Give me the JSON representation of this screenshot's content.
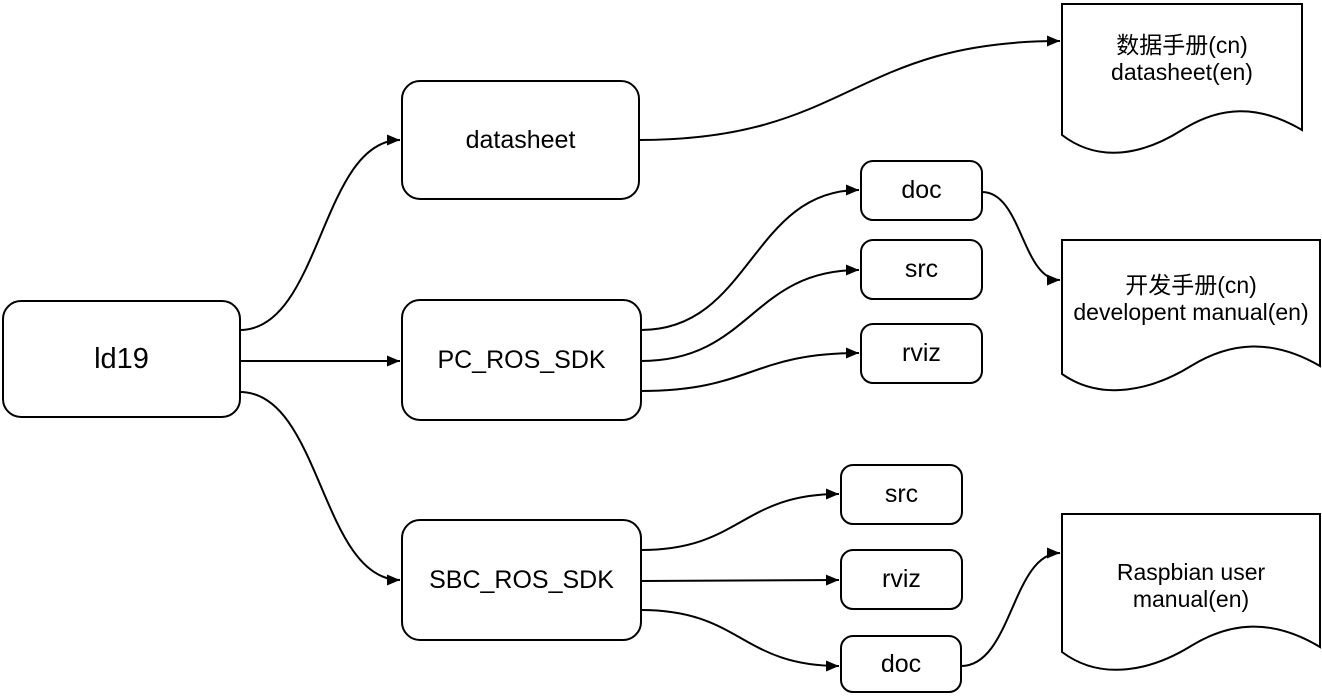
{
  "diagram": {
    "colors": {
      "stroke": "#000000",
      "shape_fill": "#ffffff",
      "text": "#000000",
      "background": "#ffffff"
    },
    "nodes": {
      "ld19": {
        "label": "ld19"
      },
      "datasheet": {
        "label": "datasheet"
      },
      "pc_ros_sdk": {
        "label": "PC_ROS_SDK"
      },
      "pc_doc": {
        "label": "doc"
      },
      "pc_src": {
        "label": "src"
      },
      "pc_rviz": {
        "label": "rviz"
      },
      "sbc_ros_sdk": {
        "label": "SBC_ROS_SDK"
      },
      "sbc_src": {
        "label": "src"
      },
      "sbc_rviz": {
        "label": "rviz"
      },
      "sbc_doc": {
        "label": "doc"
      },
      "doc_datasheet": {
        "line1": "数据手册(cn)",
        "line2": "datasheet(en)"
      },
      "doc_dev_manual": {
        "line1": "开发手册(cn)",
        "line2": "developent manual(en)"
      },
      "doc_raspbian": {
        "line1": "Raspbian user",
        "line2": "manual(en)"
      }
    },
    "edges": [
      {
        "from": "ld19",
        "to": "datasheet"
      },
      {
        "from": "ld19",
        "to": "pc_ros_sdk"
      },
      {
        "from": "ld19",
        "to": "sbc_ros_sdk"
      },
      {
        "from": "datasheet",
        "to": "doc_datasheet"
      },
      {
        "from": "pc_ros_sdk",
        "to": "pc_doc"
      },
      {
        "from": "pc_ros_sdk",
        "to": "pc_src"
      },
      {
        "from": "pc_ros_sdk",
        "to": "pc_rviz"
      },
      {
        "from": "pc_doc",
        "to": "doc_dev_manual"
      },
      {
        "from": "sbc_ros_sdk",
        "to": "sbc_src"
      },
      {
        "from": "sbc_ros_sdk",
        "to": "sbc_rviz"
      },
      {
        "from": "sbc_ros_sdk",
        "to": "sbc_doc"
      },
      {
        "from": "sbc_doc",
        "to": "doc_raspbian"
      }
    ]
  }
}
